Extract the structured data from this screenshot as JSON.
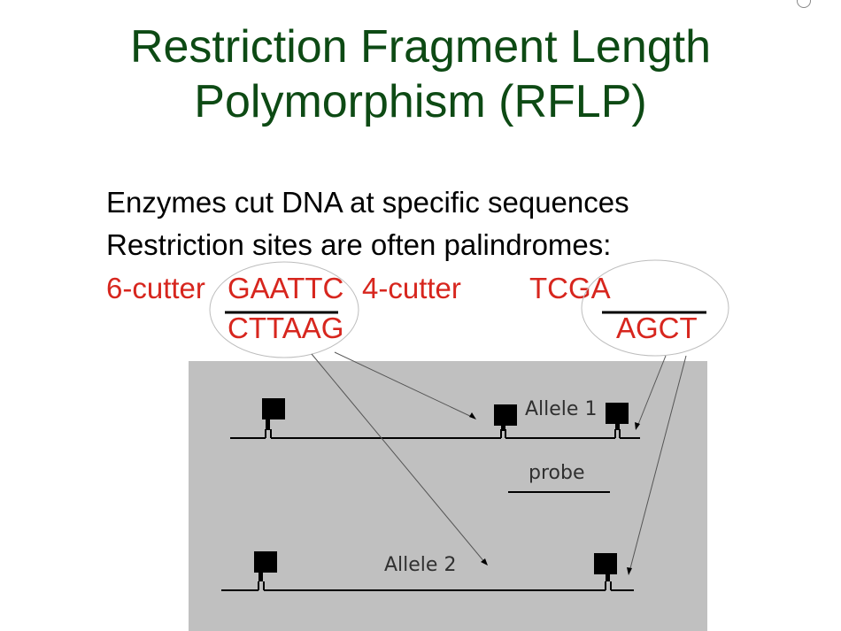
{
  "slide": {
    "title_line1": "Restriction Fragment Length",
    "title_line2": "Polymorphism (RFLP)",
    "bullet1": "Enzymes cut DNA at specific sequences",
    "bullet2": "Restriction sites are often palindromes:",
    "six_cutter_label": "6-cutter",
    "six_cutter_top": "GAATTC",
    "six_cutter_bottom": "CTTAAG",
    "four_cutter_label": "4-cutter",
    "four_cutter_top": "TCGA",
    "four_cutter_bottom": "AGCT"
  },
  "diagram": {
    "allele1_label": "Allele 1",
    "allele2_label": "Allele 2",
    "probe_label": "probe"
  },
  "colors": {
    "title": "#0d4a14",
    "highlight_red": "#d7261e",
    "diagram_bg": "#c0c0c0"
  }
}
